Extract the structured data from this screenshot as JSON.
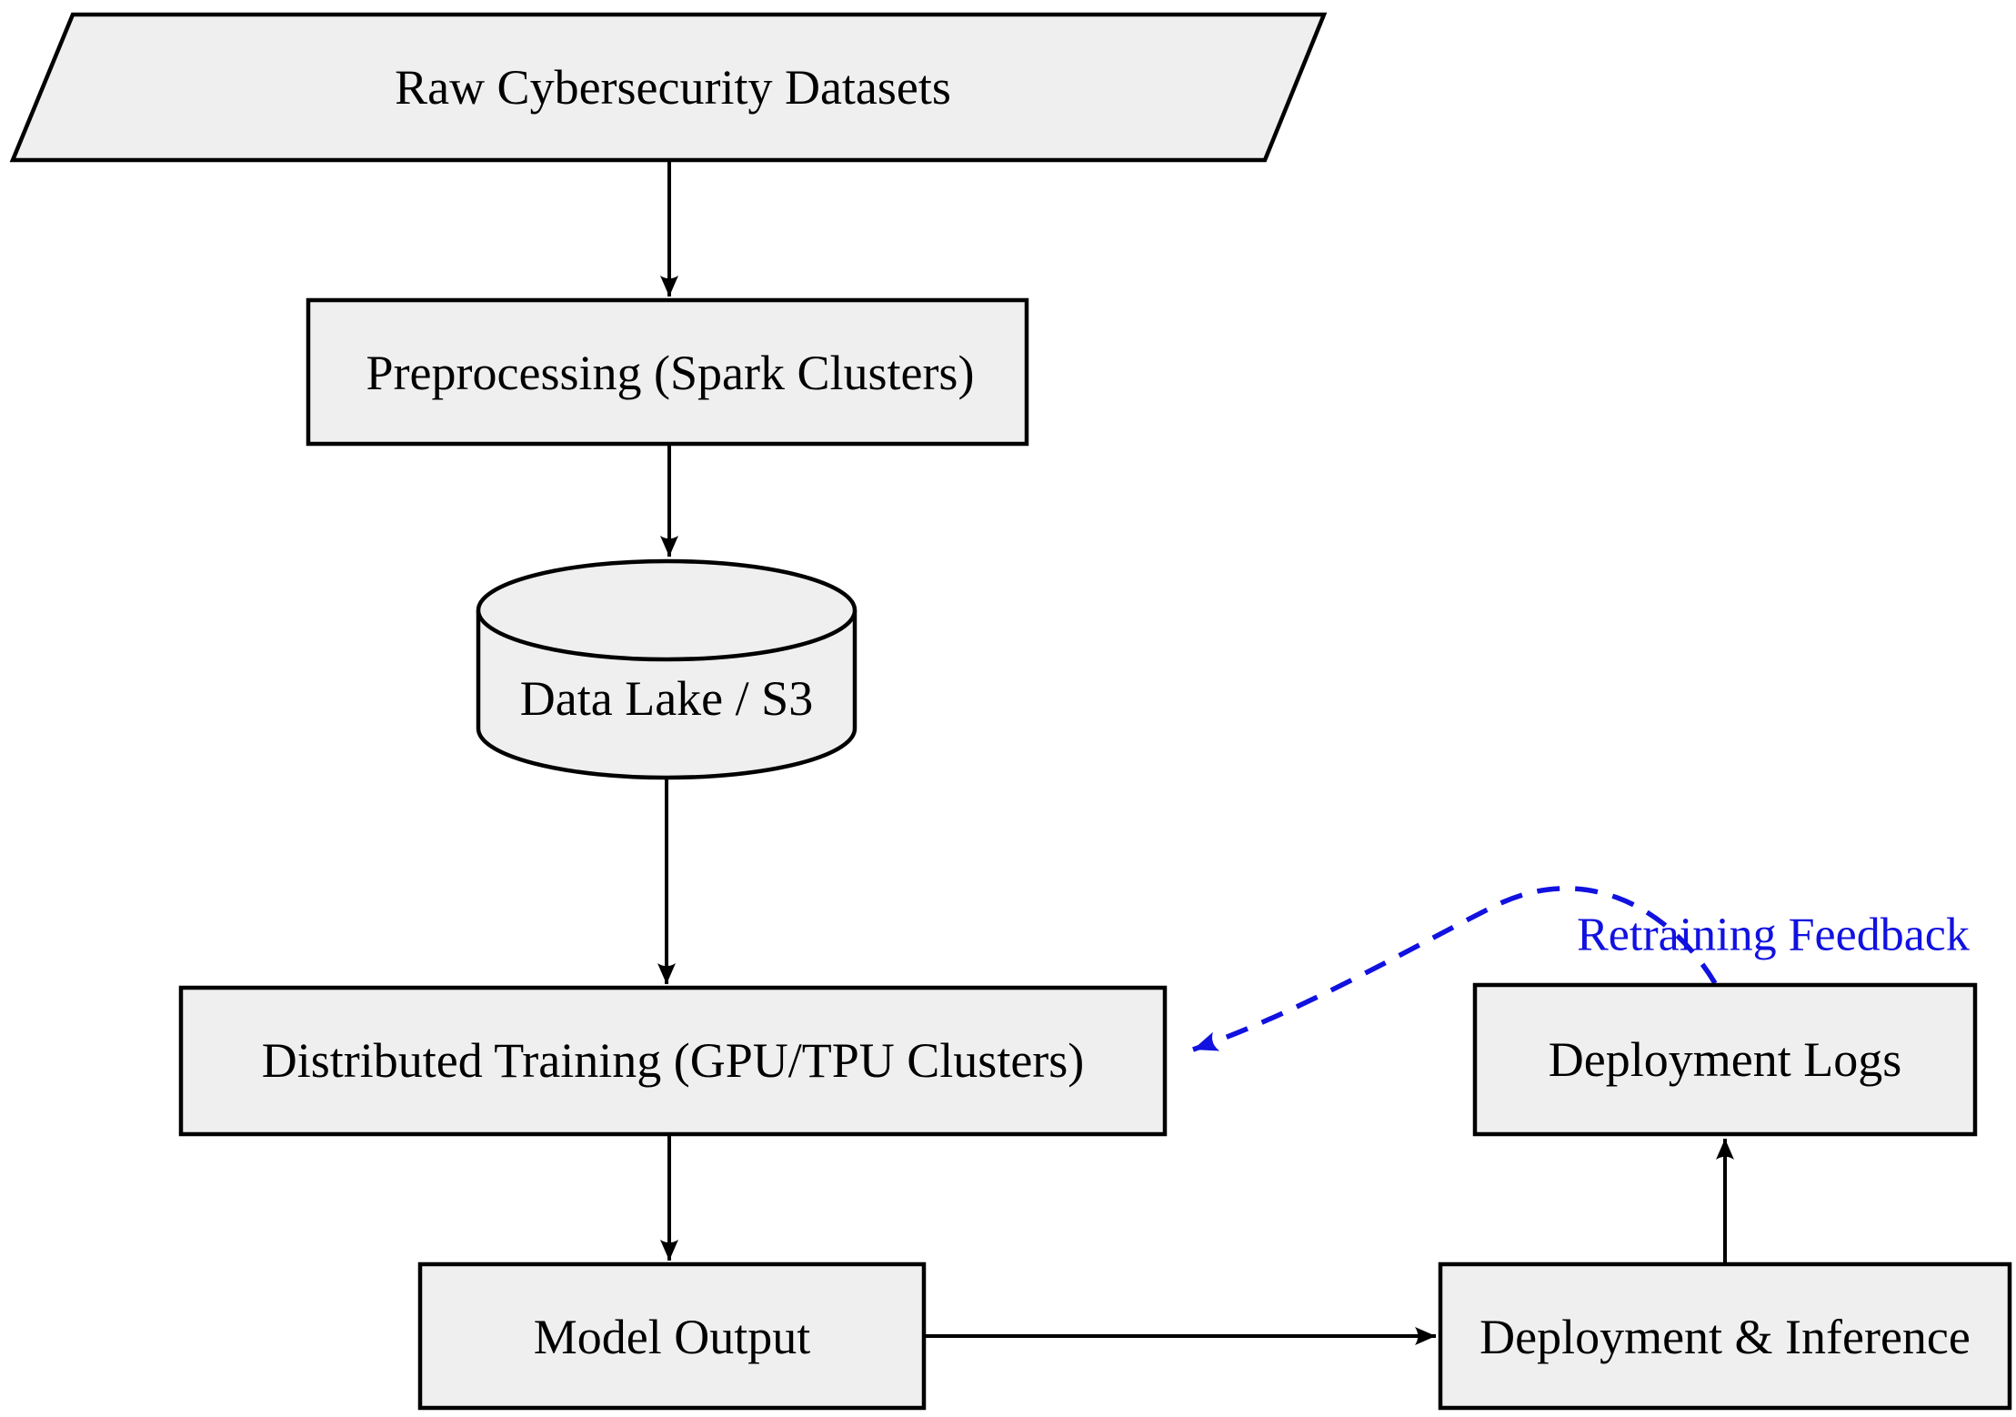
{
  "diagram": {
    "title": "ML pipeline flowchart",
    "colors": {
      "background": "#ffffff",
      "node_fill": "#efefef",
      "node_stroke": "#000000",
      "edge_black": "#000000",
      "accent_blue": "#1111e0"
    },
    "nodes": {
      "raw_datasets": {
        "label": "Raw Cybersecurity Datasets",
        "shape": "parallelogram"
      },
      "preprocessing": {
        "label": "Preprocessing (Spark Clusters)",
        "shape": "rectangle"
      },
      "data_lake": {
        "label": "Data Lake / S3",
        "shape": "cylinder"
      },
      "distributed_training": {
        "label": "Distributed Training (GPU/TPU Clusters)",
        "shape": "rectangle"
      },
      "model_output": {
        "label": "Model Output",
        "shape": "rectangle"
      },
      "deployment_inference": {
        "label": "Deployment & Inference",
        "shape": "rectangle"
      },
      "deployment_logs": {
        "label": "Deployment Logs",
        "shape": "rectangle"
      }
    },
    "edges": [
      {
        "from": "raw_datasets",
        "to": "preprocessing",
        "style": "solid-arrow",
        "label": ""
      },
      {
        "from": "preprocessing",
        "to": "data_lake",
        "style": "solid-arrow",
        "label": ""
      },
      {
        "from": "data_lake",
        "to": "distributed_training",
        "style": "solid-arrow",
        "label": ""
      },
      {
        "from": "distributed_training",
        "to": "model_output",
        "style": "solid-arrow",
        "label": ""
      },
      {
        "from": "model_output",
        "to": "deployment_inference",
        "style": "solid-arrow",
        "label": ""
      },
      {
        "from": "deployment_inference",
        "to": "deployment_logs",
        "style": "solid-arrow",
        "label": ""
      },
      {
        "from": "deployment_logs",
        "to": "distributed_training",
        "style": "dashed-blue-arrow",
        "label": "Retraining Feedback"
      }
    ]
  }
}
